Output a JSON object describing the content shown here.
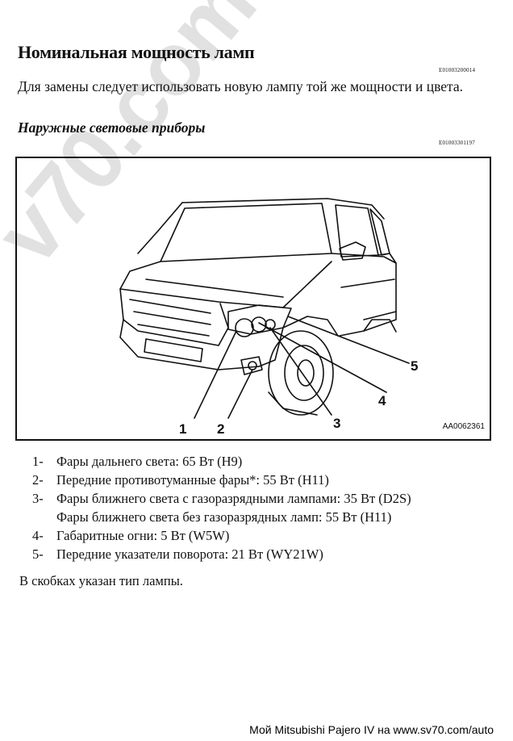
{
  "title": "Номинальная мощность ламп",
  "title_code": "E01003200014",
  "intro": "Для замены следует использовать новую лампу той же мощности и цвета.",
  "subtitle": "Наружные световые приборы",
  "subtitle_code": "E01003301197",
  "figure": {
    "code": "AA0062361",
    "callouts": [
      "1",
      "2",
      "3",
      "4",
      "5"
    ]
  },
  "legend": [
    {
      "num": "1-",
      "text": "Фары дальнего света: 65 Вт (H9)"
    },
    {
      "num": "2-",
      "text": "Передние противотуманные фары*: 55 Вт (H11)"
    },
    {
      "num": "3-",
      "text": "Фары ближнего света с газоразрядными лампами: 35 Вт (D2S)",
      "cont": "Фары ближнего света без газоразрядных ламп: 55 Вт (H11)"
    },
    {
      "num": "4-",
      "text": "Габаритные огни: 5 Вт (W5W)"
    },
    {
      "num": "5-",
      "text": "Передние указатели поворота: 21 Вт (WY21W)"
    }
  ],
  "note": "В скобках указан тип лампы.",
  "watermark": "v70.com",
  "footer": "Мой Mitsubishi Pajero IV на www.sv70.com/auto"
}
